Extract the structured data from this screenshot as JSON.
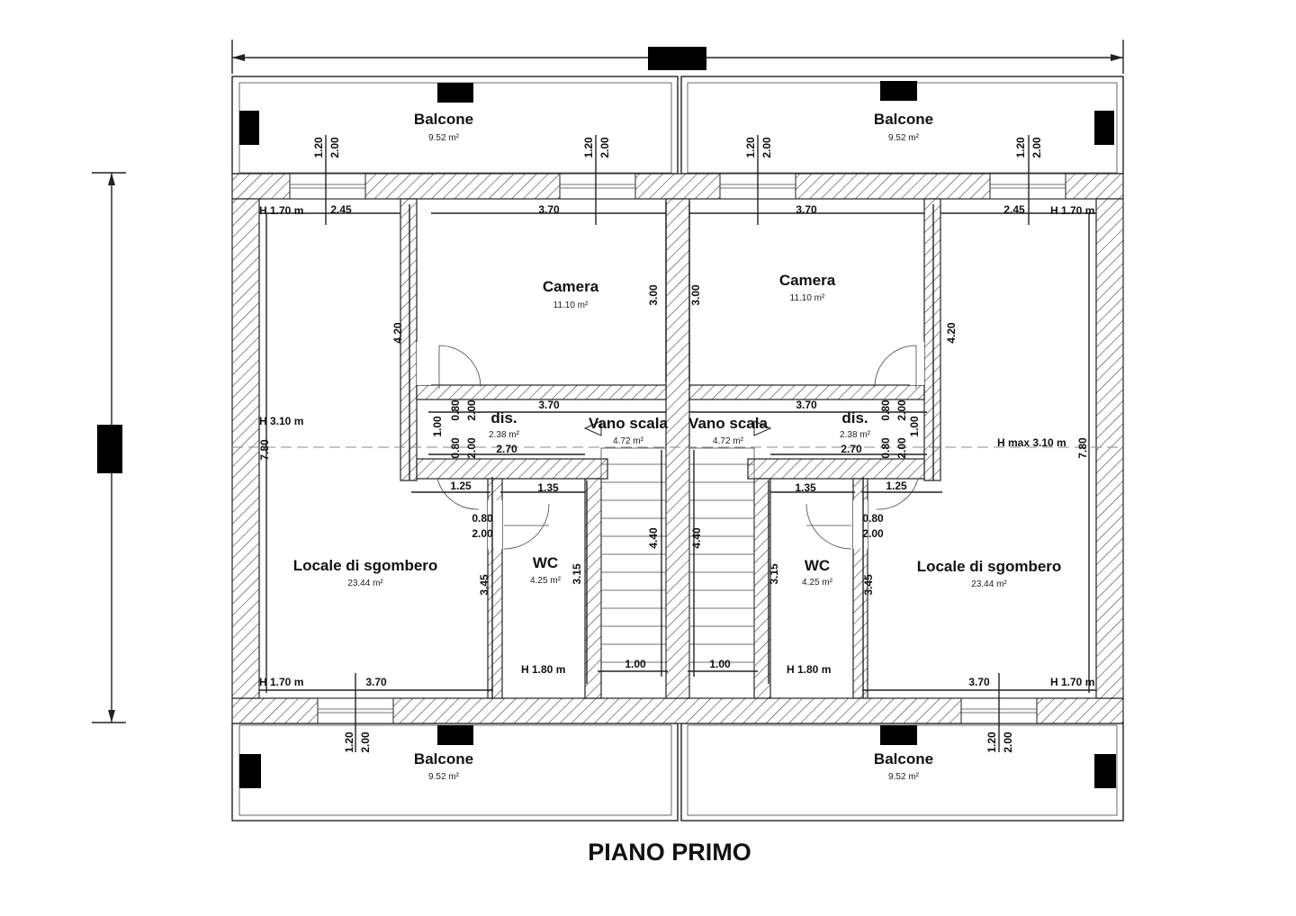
{
  "title": "PIANO PRIMO",
  "colors": {
    "line": "#222222",
    "background": "#ffffff",
    "marker": "#000000"
  },
  "icons": [
    "stair-symbol",
    "door-swing-symbol",
    "window-symbol",
    "hatched-wall"
  ],
  "rooms": {
    "balcony_tl": {
      "name": "Balcone",
      "area": "9.52 m²"
    },
    "balcony_tr": {
      "name": "Balcone",
      "area": "9.52 m²"
    },
    "balcony_bl": {
      "name": "Balcone",
      "area": "9.52 m²"
    },
    "balcony_br": {
      "name": "Balcone",
      "area": "9.52 m²"
    },
    "camera_l": {
      "name": "Camera",
      "area": "11.10 m²"
    },
    "camera_r": {
      "name": "Camera",
      "area": "11.10 m²"
    },
    "dis_l": {
      "name": "dis.",
      "area": "2.38 m²"
    },
    "dis_r": {
      "name": "dis.",
      "area": "2.38 m²"
    },
    "vano_l": {
      "name": "Vano scala",
      "area": "4.72 m²"
    },
    "vano_r": {
      "name": "Vano scala",
      "area": "4.72 m²"
    },
    "locale_l": {
      "name": "Locale di sgombero",
      "area": "23.44 m²"
    },
    "locale_r": {
      "name": "Locale di sgombero",
      "area": "23.44 m²"
    },
    "wc_l": {
      "name": "WC",
      "area": "4.25 m²"
    },
    "wc_r": {
      "name": "WC",
      "area": "4.25 m²"
    }
  },
  "heights": {
    "h170": "H 1.70 m",
    "h310": "H 3.10 m",
    "hmax310": "H max 3.10 m",
    "h180": "H 1.80 m"
  },
  "dims": {
    "d120": "1.20",
    "d200": "2.00",
    "d245": "2.45",
    "d370": "3.70",
    "d300": "3.00",
    "d420": "4.20",
    "d780": "7.80",
    "d080": "0.80",
    "d100": "1.00",
    "d270": "2.70",
    "d125": "1.25",
    "d135": "1.35",
    "d345": "3.45",
    "d315": "3.15",
    "d440": "4.40"
  }
}
